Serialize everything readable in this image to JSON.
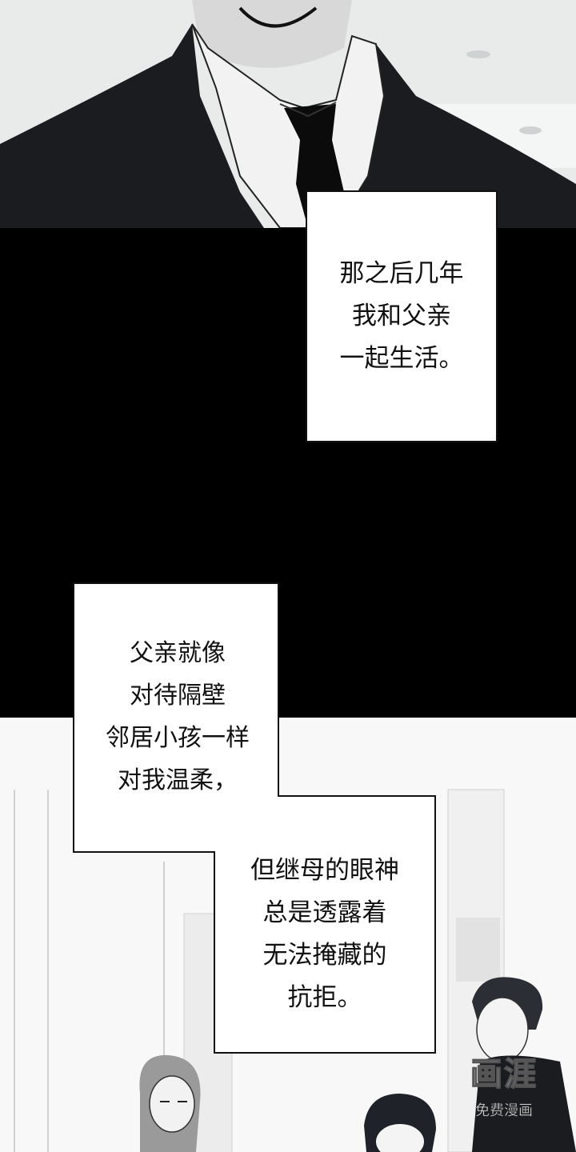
{
  "captions": [
    {
      "lines": [
        "那之后几年",
        "我和父亲",
        "一起生活。"
      ]
    },
    {
      "lines": [
        "父亲就像",
        "对待隔壁",
        "邻居小孩一样",
        "对我温柔，"
      ]
    },
    {
      "lines": [
        "但继母的眼神",
        "总是透露着",
        "无法掩藏的",
        "抗拒。"
      ]
    }
  ],
  "watermark": {
    "logo": "画涯",
    "sub": "免费漫画"
  },
  "colors": {
    "panel_black": "#000000",
    "caption_bg": "#ffffff",
    "caption_border": "#111111"
  }
}
